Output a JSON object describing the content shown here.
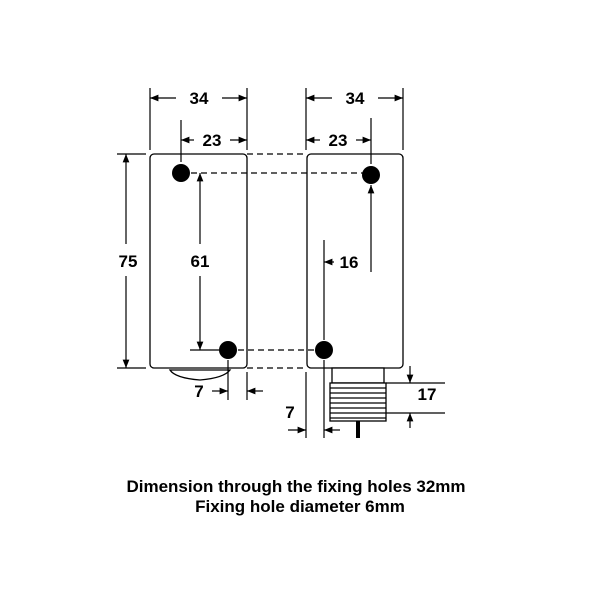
{
  "dimensions": {
    "left_width": "34",
    "left_hole_offset": "23",
    "right_width": "34",
    "right_hole_offset": "23",
    "height": "75",
    "hole_spacing": "61",
    "right_hole_offset_vertical": "16",
    "left_bottom_offset": "7",
    "right_bottom_offset": "7",
    "connector_length": "17"
  },
  "caption": {
    "line1": "Dimension through the fixing holes 32mm",
    "line2": "Fixing hole diameter 6mm"
  }
}
